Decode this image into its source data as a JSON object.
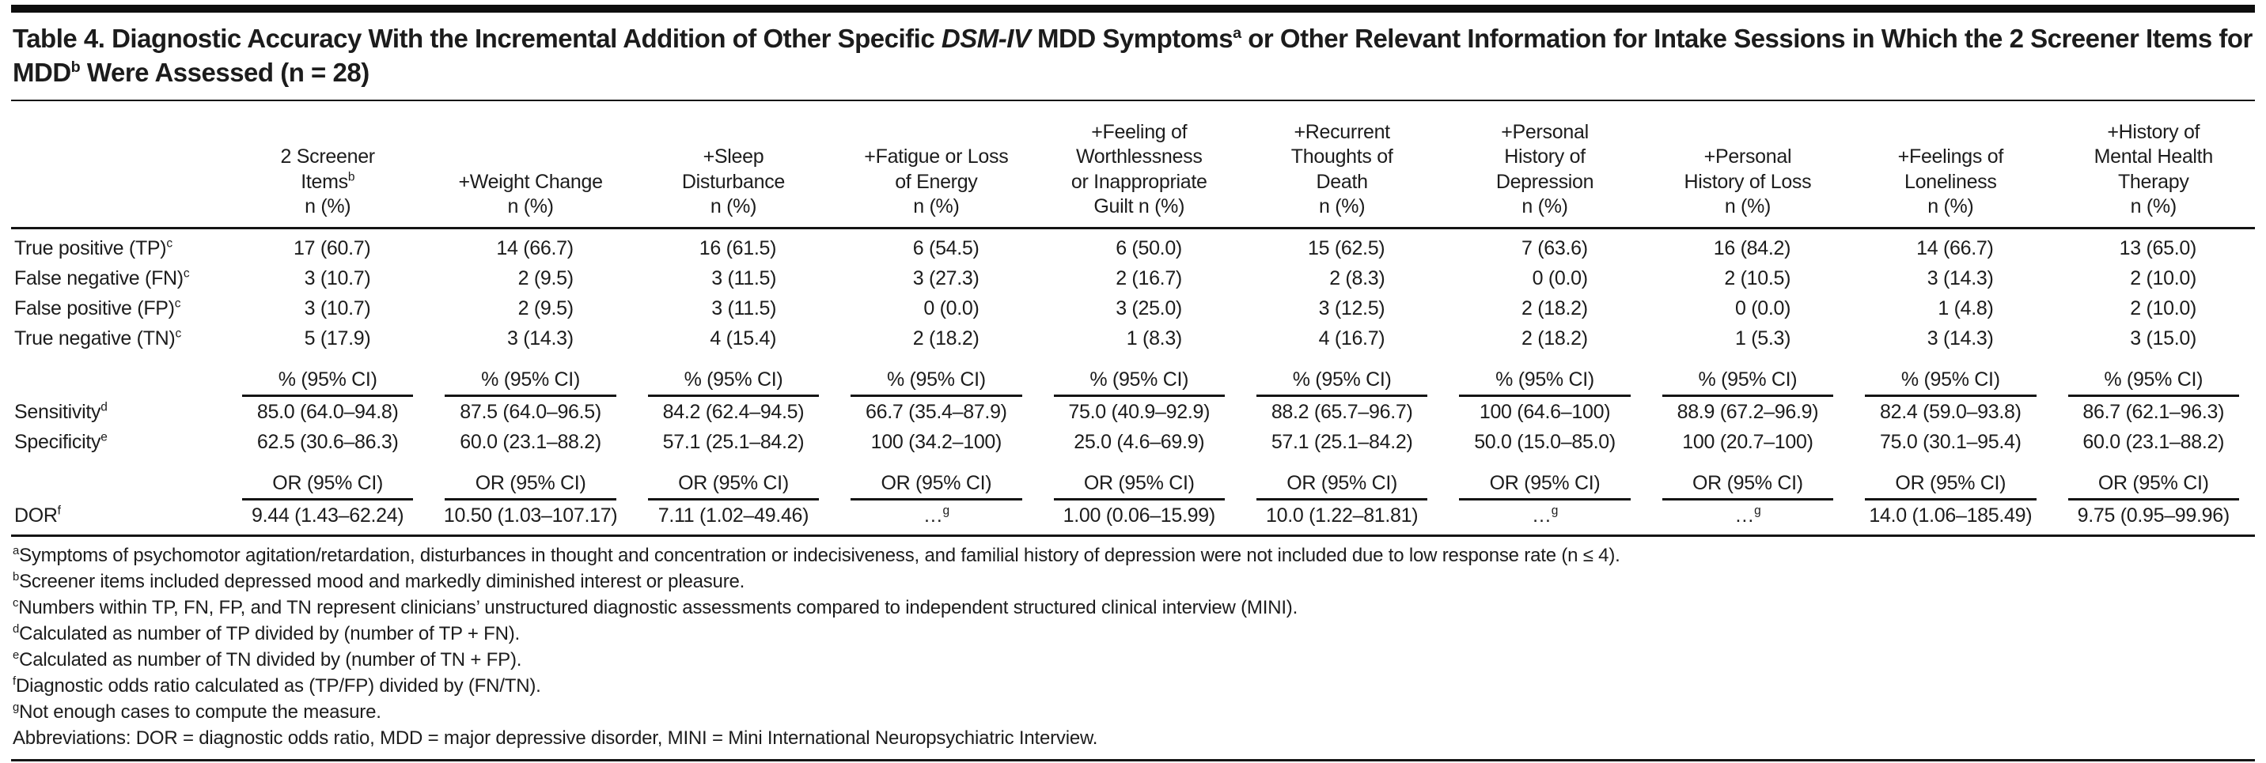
{
  "title": {
    "segments": [
      {
        "text": "Table 4. Diagnostic Accuracy With the Incremental Addition of Other Specific ",
        "style": "bold"
      },
      {
        "text": "DSM-IV",
        "style": "italic"
      },
      {
        "text": " MDD Symptoms",
        "style": "bold"
      },
      {
        "text": "a",
        "style": "sup"
      },
      {
        "text": " or Other Relevant Information for Intake Sessions in Which the 2 Screener Items for MDD",
        "style": "bold"
      },
      {
        "text": "b",
        "style": "sup"
      },
      {
        "text": " Were Assessed (n = 28)",
        "style": "bold"
      }
    ]
  },
  "table": {
    "columns": [
      {
        "lines": [
          "2 Screener",
          "Items^b",
          "n (%)"
        ]
      },
      {
        "lines": [
          "+Weight Change",
          "n (%)"
        ]
      },
      {
        "lines": [
          "+Sleep",
          "Disturbance",
          "n (%)"
        ]
      },
      {
        "lines": [
          "+Fatigue or Loss",
          "of Energy",
          "n (%)"
        ]
      },
      {
        "lines": [
          "+Feeling of",
          "Worthlessness",
          "or Inappropriate",
          "Guilt n (%)"
        ]
      },
      {
        "lines": [
          "+Recurrent",
          "Thoughts of",
          "Death",
          "n (%)"
        ]
      },
      {
        "lines": [
          "+Personal",
          "History of",
          "Depression",
          "n (%)"
        ]
      },
      {
        "lines": [
          "+Personal",
          "History of Loss",
          "n (%)"
        ]
      },
      {
        "lines": [
          "+Feelings of",
          "Loneliness",
          "n (%)"
        ]
      },
      {
        "lines": [
          "+History of",
          "Mental Health",
          "Therapy",
          "n (%)"
        ]
      }
    ],
    "count_rows": [
      {
        "label": "True positive (TP)^c",
        "values": [
          "17 (60.7)",
          "14 (66.7)",
          "16 (61.5)",
          "6 (54.5)",
          "6 (50.0)",
          "15 (62.5)",
          "7 (63.6)",
          "16 (84.2)",
          "14 (66.7)",
          "13 (65.0)"
        ]
      },
      {
        "label": "False negative (FN)^c",
        "values": [
          "3 (10.7)",
          "2 (9.5)",
          "3 (11.5)",
          "3 (27.3)",
          "2 (16.7)",
          "2 (8.3)",
          "0 (0.0)",
          "2 (10.5)",
          "3 (14.3)",
          "2 (10.0)"
        ]
      },
      {
        "label": "False positive (FP)^c",
        "values": [
          "3 (10.7)",
          "2 (9.5)",
          "3 (11.5)",
          "0 (0.0)",
          "3 (25.0)",
          "3 (12.5)",
          "2 (18.2)",
          "0 (0.0)",
          "1 (4.8)",
          "2 (10.0)"
        ]
      },
      {
        "label": "True negative (TN)^c",
        "values": [
          "5 (17.9)",
          "3 (14.3)",
          "4 (15.4)",
          "2 (18.2)",
          "1 (8.3)",
          "4 (16.7)",
          "2 (18.2)",
          "1 (5.3)",
          "3 (14.3)",
          "3 (15.0)"
        ]
      }
    ],
    "ci_subheader": "% (95% CI)",
    "ci_rows": [
      {
        "label": "Sensitivity^d",
        "values": [
          "85.0 (64.0–94.8)",
          "87.5 (64.0–96.5)",
          "84.2 (62.4–94.5)",
          "66.7 (35.4–87.9)",
          "75.0 (40.9–92.9)",
          "88.2 (65.7–96.7)",
          "100 (64.6–100)",
          "88.9 (67.2–96.9)",
          "82.4 (59.0–93.8)",
          "86.7 (62.1–96.3)"
        ]
      },
      {
        "label": "Specificity^e",
        "values": [
          "62.5 (30.6–86.3)",
          "60.0 (23.1–88.2)",
          "57.1 (25.1–84.2)",
          "100 (34.2–100)",
          "25.0 (4.6–69.9)",
          "57.1 (25.1–84.2)",
          "50.0 (15.0–85.0)",
          "100 (20.7–100)",
          "75.0 (30.1–95.4)",
          "60.0 (23.1–88.2)"
        ]
      }
    ],
    "or_subheader": "OR (95% CI)",
    "or_rows": [
      {
        "label": "DOR^f",
        "values": [
          "9.44 (1.43–62.24)",
          "10.50 (1.03–107.17)",
          "7.11 (1.02–49.46)",
          "…^g",
          "1.00 (0.06–15.99)",
          "10.0 (1.22–81.81)",
          "…^g",
          "…^g",
          "14.0 (1.06–185.49)",
          "9.75 (0.95–99.96)"
        ]
      }
    ]
  },
  "footnotes": [
    "^aSymptoms of psychomotor agitation/retardation, disturbances in thought and concentration or indecisiveness, and familial history of depression were not included due to low response rate (n ≤ 4).",
    "^bScreener items included depressed mood and markedly diminished interest or pleasure.",
    "^cNumbers within TP, FN, FP, and TN represent clinicians’ unstructured diagnostic assessments compared to independent structured clinical interview (MINI).",
    "^dCalculated as number of TP divided by (number of TP + FN).",
    "^eCalculated as number of TN divided by (number of TN + FP).",
    "^fDiagnostic odds ratio calculated as (TP/FP) divided by (FN/TN).",
    "^gNot enough cases to compute the measure.",
    "Abbreviations: DOR = diagnostic odds ratio, MDD = major depressive disorder, MINI = Mini International Neuropsychiatric Interview."
  ],
  "colors": {
    "rule": "#141414",
    "text": "#1c1c1c",
    "background": "#ffffff"
  }
}
